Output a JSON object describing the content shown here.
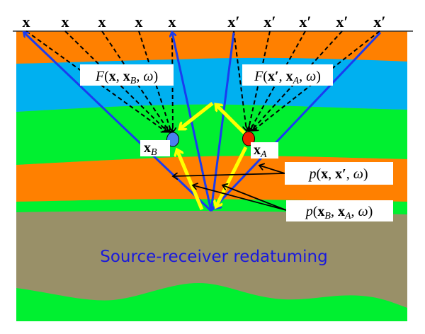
{
  "figure": {
    "title": "Source-receiver redatuming",
    "colors": {
      "layer_orange": "#ff8000",
      "layer_blue": "#00b0f0",
      "layer_green": "#00f030",
      "layer_brown": "#999068",
      "ray_blue": "#1a3cf0",
      "ray_yellow": "#ffff00",
      "dot_xB": "#4a80f0",
      "dot_xA": "#f02000",
      "caption": "#1a1adb",
      "dashed": "#000000",
      "arrow_black": "#000000"
    },
    "receivers_left": {
      "symbol": "x",
      "count": 5
    },
    "receivers_right": {
      "symbol": "x′",
      "count": 5
    },
    "labels": {
      "F_left": "F(x, x_B, ω)",
      "F_right": "F(x′, x_A, ω)",
      "xB": "x_B",
      "xA": "x_A",
      "p_surface": "p(x, x′, ω)",
      "p_redatumed": "p(x_B, x_A, ω)"
    },
    "label_parts": {
      "F_left": {
        "func": "F",
        "a": "x",
        "b": "x",
        "b_sub": "B",
        "c": "ω"
      },
      "F_right": {
        "func": "F",
        "a": "x′",
        "b": "x",
        "b_sub": "A",
        "c": "ω"
      },
      "xB": {
        "base": "x",
        "sub": "B"
      },
      "xA": {
        "base": "x",
        "sub": "A"
      },
      "p_surface": {
        "func": "p",
        "a": "x",
        "b": "x′",
        "c": "ω"
      },
      "p_redatumed": {
        "func": "p",
        "a": "x",
        "a_sub": "B",
        "b": "x",
        "b_sub": "A",
        "c": "ω"
      }
    },
    "caption": "Source-receiver redatuming"
  }
}
